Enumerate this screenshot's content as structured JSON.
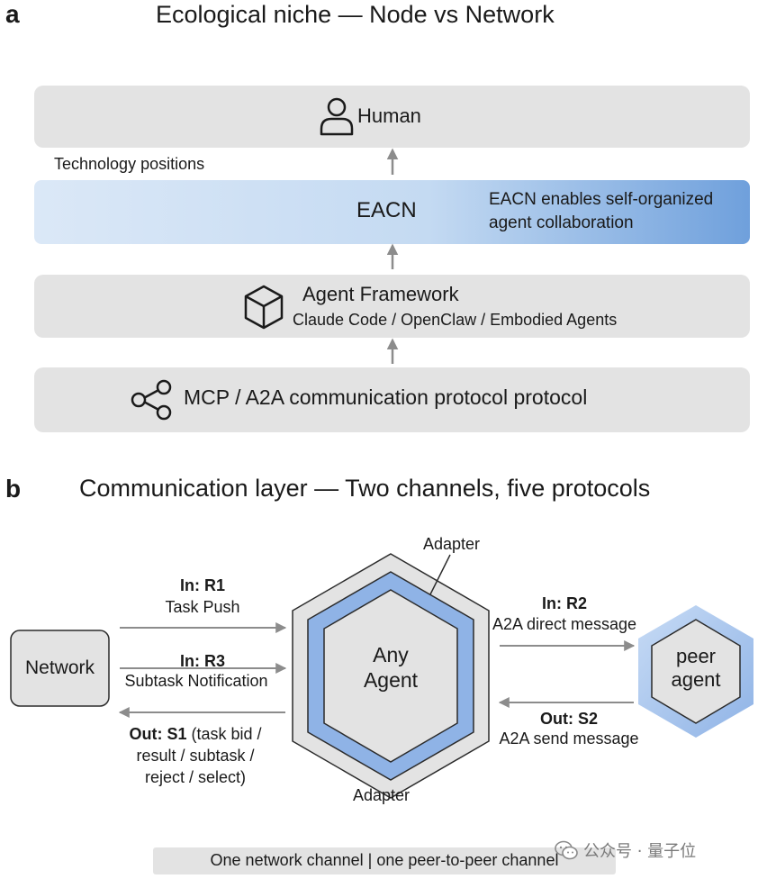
{
  "panel_a": {
    "letter": "a",
    "title": "Ecological niche — Node vs Network",
    "human_label": "Human",
    "tech_positions": "Technology positions",
    "eacn_label": "EACN",
    "eacn_note_line1": "EACN enables self-organized",
    "eacn_note_line2": "agent collaboration",
    "framework_label": "Agent Framework",
    "framework_sub": "Claude Code / OpenClaw / Embodied Agents",
    "protocol_label": "MCP / A2A communication protocol protocol"
  },
  "panel_b": {
    "letter": "b",
    "title": "Communication layer — Two channels, five protocols",
    "network_label": "Network",
    "agent_line1": "Any",
    "agent_line2": "Agent",
    "peer_line1": "peer",
    "peer_line2": "agent",
    "adapter_top": "Adapter",
    "adapter_bottom": "Adapter",
    "r1_code": "In: R1",
    "r1_desc": "Task Push",
    "r3_code": "In: R3",
    "r3_desc": "Subtask Notification",
    "s1_code": "Out: S1",
    "s1_desc_1": " (task bid /",
    "s1_desc_2": "result / subtask /",
    "s1_desc_3": "reject / select)",
    "r2_code": "In: R2",
    "r2_desc": "A2A direct message",
    "s2_code": "Out: S2",
    "s2_desc": "A2A send message",
    "footer": "One network channel | one peer-to-peer channel"
  },
  "watermark": "公众号 · 量子位",
  "colors": {
    "layer_gray": "#e3e3e3",
    "eacn_light": "#cfe0f4",
    "eacn_dark": "#6fa0dc",
    "hex_blue": "#8fb3e6",
    "arrow_gray": "#8c8c8c"
  }
}
